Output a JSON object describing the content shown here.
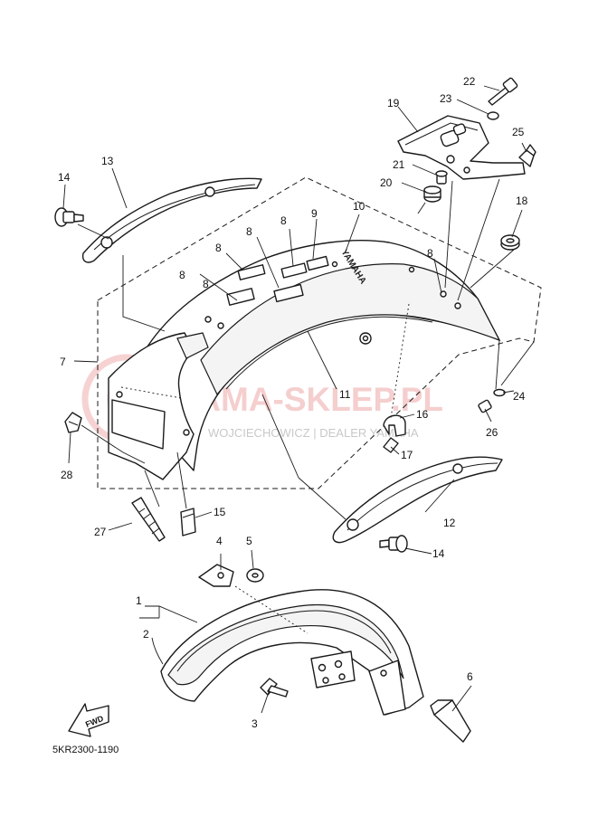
{
  "diagram": {
    "catalog_code": "5KR2300-1190",
    "fwd_label": "FWD",
    "fender_emblem_text": "YAMAHA",
    "watermark": {
      "main": "YAMA-SKLEP.PL",
      "sub": "WOJCIECHOWICZ | DEALER YAMAHA",
      "colors": {
        "logo": "#e67f7f",
        "sub": "#b5b5b5"
      }
    },
    "callouts": [
      "1",
      "2",
      "3",
      "4",
      "5",
      "6",
      "7",
      "8",
      "8",
      "8",
      "8",
      "8",
      "8",
      "9",
      "10",
      "11",
      "12",
      "13",
      "14",
      "14",
      "15",
      "16",
      "17",
      "18",
      "19",
      "20",
      "21",
      "22",
      "23",
      "24",
      "25",
      "26",
      "27",
      "28"
    ]
  }
}
